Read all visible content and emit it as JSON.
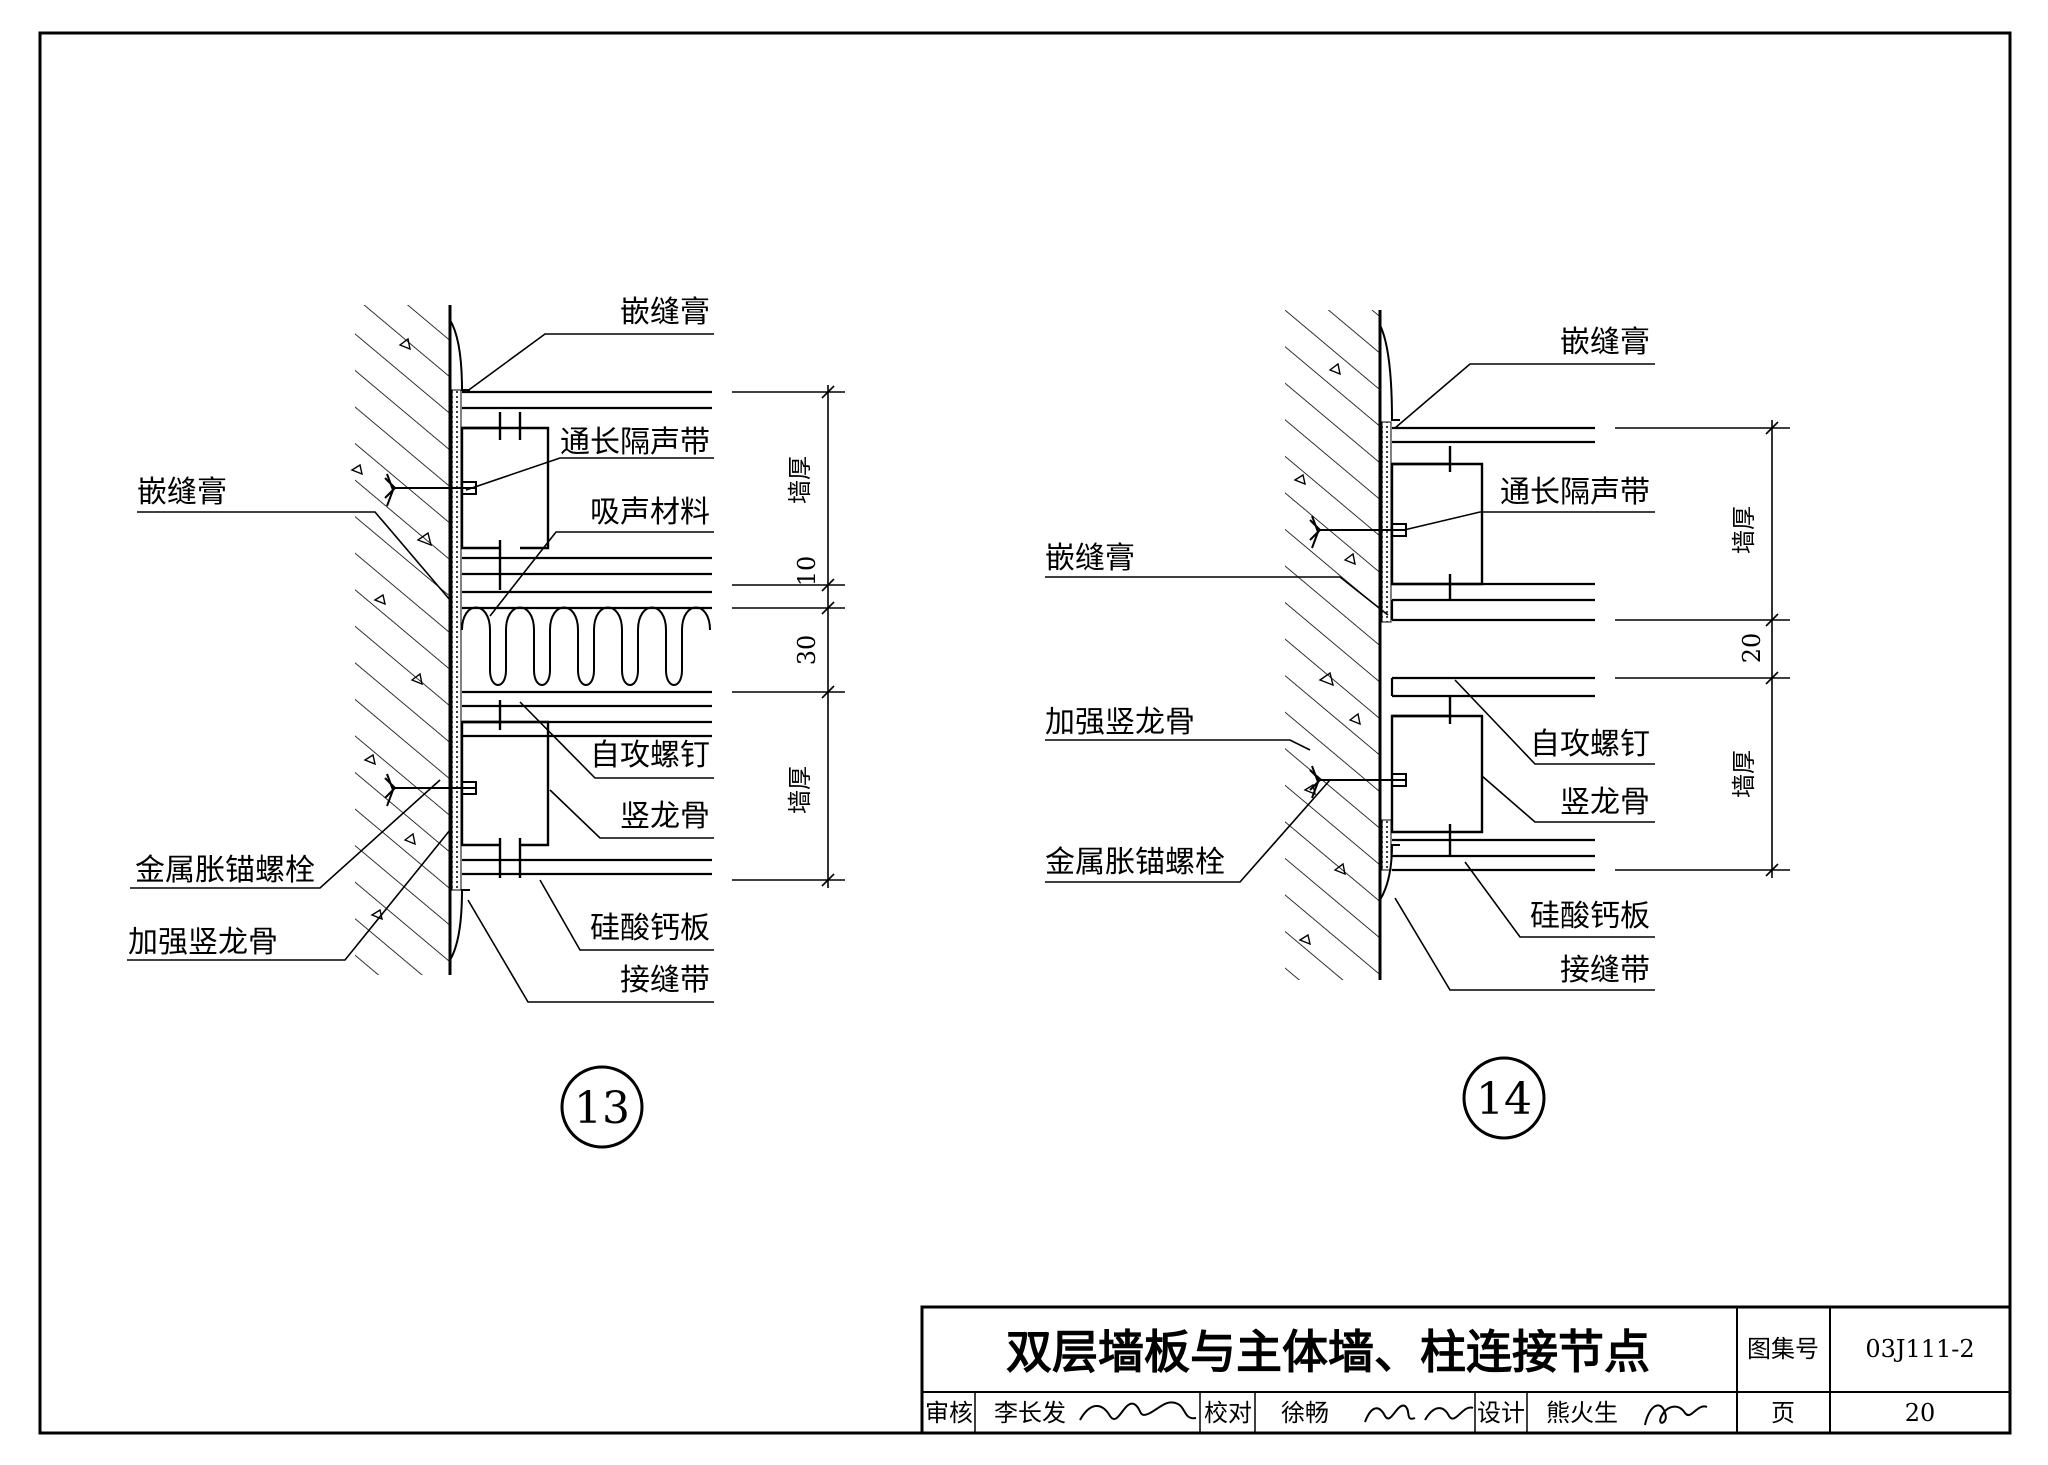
{
  "detail_13": {
    "number": "13",
    "labels": {
      "caulk_top": "嵌缝膏",
      "sound_strip": "通长隔声带",
      "absorb": "吸声材料",
      "caulk_left": "嵌缝膏",
      "screw": "自攻螺钉",
      "stud": "竖龙骨",
      "anchor": "金属胀锚螺栓",
      "reinforced_stud": "加强竖龙骨",
      "board": "硅酸钙板",
      "joint_tape": "接缝带"
    },
    "dims": {
      "wall_top": "墙厚",
      "gap": "10",
      "cavity": "30",
      "wall_bottom": "墙厚"
    }
  },
  "detail_14": {
    "number": "14",
    "labels": {
      "caulk_top": "嵌缝膏",
      "sound_strip": "通长隔声带",
      "caulk_left": "嵌缝膏",
      "reinforced_stud": "加强竖龙骨",
      "screw": "自攻螺钉",
      "stud": "竖龙骨",
      "anchor": "金属胀锚螺栓",
      "board": "硅酸钙板",
      "joint_tape": "接缝带"
    },
    "dims": {
      "wall_top": "墙厚",
      "gap": "20",
      "wall_bottom": "墙厚"
    }
  },
  "title_block": {
    "title": "双层墙板与主体墙、柱连接节点",
    "atlas_label": "图集号",
    "atlas_no": "03J111-2",
    "review_label": "审核",
    "reviewer": "李长发",
    "reviewer_sign": "李长发",
    "check_label": "校对",
    "checker": "徐畅",
    "checker_sign": "徐畅",
    "design_label": "设计",
    "designer": "熊火生",
    "designer_sign": "熊火生",
    "page_label": "页",
    "page_no": "20"
  }
}
